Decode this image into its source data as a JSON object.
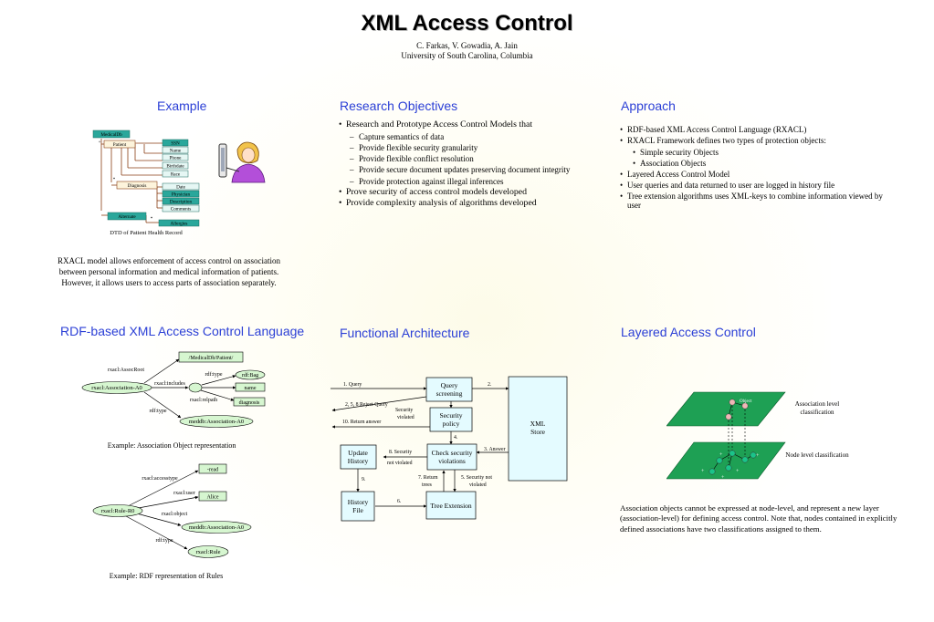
{
  "header": {
    "title": "XML Access Control",
    "authors": "C. Farkas, V. Gowadia, A. Jain",
    "affiliation": "University of South Carolina, Columbia"
  },
  "example": {
    "title": "Example",
    "dtd_nodes": [
      "MedicalDb",
      "Patient",
      "SSN",
      "Name",
      "Phone",
      "Birthdate",
      "Race",
      "Diagnosis",
      "Date",
      "Physician",
      "Description",
      "Comments",
      "Alternate",
      "Allergies"
    ],
    "dtd_marks": [
      "+",
      "*",
      "*"
    ],
    "dtd_caption": "DTD of Patient Health Record",
    "description": [
      "RXACL model allows enforcement of access control on association",
      "between personal information and medical information of patients.",
      "However, it allows users to access parts of association separately."
    ]
  },
  "research": {
    "title": "Research Objectives",
    "items": [
      {
        "text": "Research and Prototype Access Control Models that",
        "level": 1
      },
      {
        "text": "Capture semantics of data",
        "level": 2
      },
      {
        "text": "Provide flexible security granularity",
        "level": 2
      },
      {
        "text": "Provide flexible conflict resolution",
        "level": 2
      },
      {
        "text": "Provide secure document updates preserving document integrity",
        "level": 2
      },
      {
        "text": "Provide protection against illegal inferences",
        "level": 2
      },
      {
        "text": "Prove security of access control models developed",
        "level": 1
      },
      {
        "text": "Provide complexity analysis of algorithms developed",
        "level": 1
      }
    ]
  },
  "approach": {
    "title": "Approach",
    "items": [
      {
        "text": "RDF-based XML Access Control Language (RXACL)",
        "level": 1
      },
      {
        "text": "RXACL Framework defines two types of protection objects:",
        "level": 1
      },
      {
        "text": "Simple security Objects",
        "level": 2
      },
      {
        "text": "Association Objects",
        "level": 2
      },
      {
        "text": "Layered Access Control Model",
        "level": 1
      },
      {
        "text": "User queries and data returned to user are logged in history file",
        "level": 1
      },
      {
        "text": "Tree extension algorithms uses XML-keys to combine information viewed by user",
        "level": 1
      }
    ]
  },
  "rdf": {
    "title": "RDF-based XML Access Control Language",
    "assoc": {
      "root_label": "/MedicalDb/Patient/",
      "assocroot": "rxacl:AssocRoot",
      "subject": "rxacl:Association-A0",
      "rdf_type": "rdf:type",
      "includes": "rxacl:includes",
      "rdf_bag": "rdf:Bag",
      "name": "name",
      "relpath": "rxacl:relpath",
      "diagnosis": "diagnosis",
      "type_value": "meddb:Association-A0",
      "caption": "Example: Association Object representation"
    },
    "rules": {
      "accesstype": "rxacl:accesstype",
      "read": "-read",
      "user": "rxacl:user",
      "alice": "Alice",
      "subject": "rxacl:Rule-R0",
      "object": "rxacl:object",
      "object_value": "meddb:Association-A0",
      "rdf_type": "rdf:type",
      "type_value": "rxacl:Rule",
      "caption": "Example: RDF representation of Rules"
    }
  },
  "functional": {
    "title": "Functional Architecture",
    "boxes": {
      "query": "Query screening",
      "policy": "Security policy",
      "check": "Check security violations",
      "store": "XML Store",
      "update": "Update History",
      "history": "History File",
      "tree": "Tree Extension"
    },
    "labels": {
      "l1": "1. Query",
      "l2": "2.",
      "l258a": "2, 5, 8  Reject Query",
      "l258b": "Security",
      "l258c": "violated",
      "l10": "10. Return answer",
      "l4": "4.",
      "l3": "3. Answer",
      "l8a": "8. Security",
      "l8b": "not violated",
      "l9": "9.",
      "l7a": "7. Return",
      "l7b": "trees",
      "l5a": "5. Security not",
      "l5b": "violated",
      "l6": "6."
    }
  },
  "layered": {
    "title": "Layered Access Control",
    "object_label": "Object",
    "assoc_level": "Association level classification",
    "node_level": "Node level classification",
    "plus": "+",
    "description": "Association objects cannot be expressed at node-level, and represent a new layer (association-level) for defining access control. Note that, nodes contained in explicitly defined associations have two classifications assigned to them."
  },
  "colors": {
    "title_blue": "#2b3fd6",
    "teal_fill": "#2aa79b",
    "cyan_fill": "#e4fbff",
    "rdf_fill": "#d6f6d0",
    "layer_green": "#1ea054",
    "node_pink": "#f0b7b7"
  }
}
